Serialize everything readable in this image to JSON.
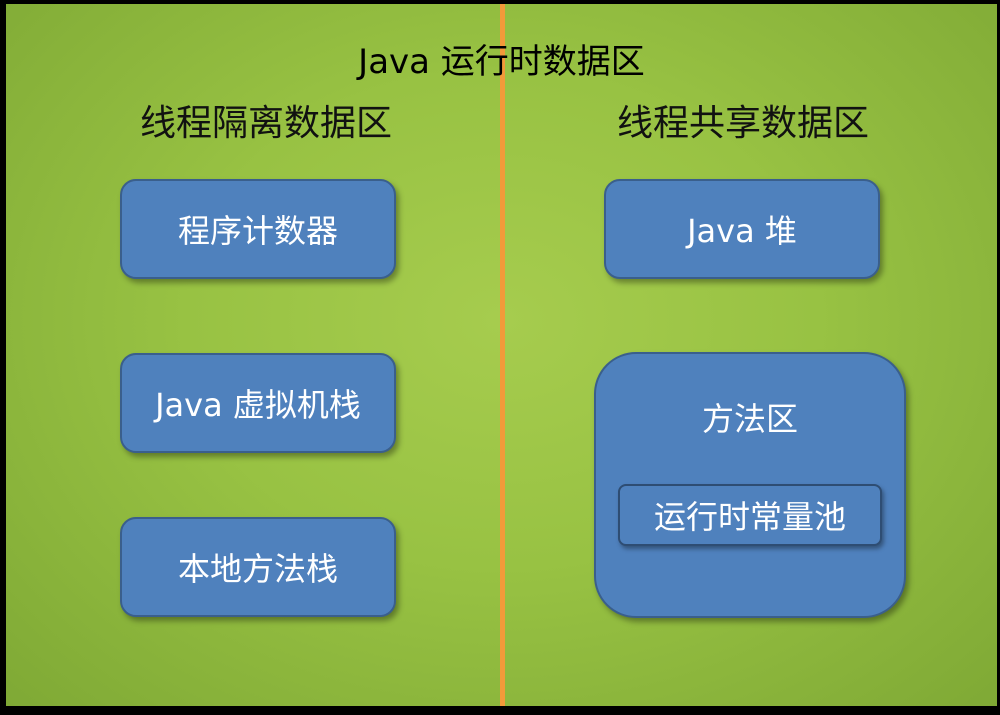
{
  "diagram": {
    "title": "Java 运行时数据区",
    "left_section": {
      "title": "线程隔离数据区",
      "boxes": [
        "程序计数器",
        "Java 虚拟机栈",
        "本地方法栈"
      ]
    },
    "right_section": {
      "title": "线程共享数据区",
      "heap_label": "Java 堆",
      "method_area_label": "方法区",
      "constant_pool_label": "运行时常量池"
    },
    "colors": {
      "background": "#98c243",
      "box_fill": "#4f81bd",
      "divider": "#f29a3a"
    }
  }
}
